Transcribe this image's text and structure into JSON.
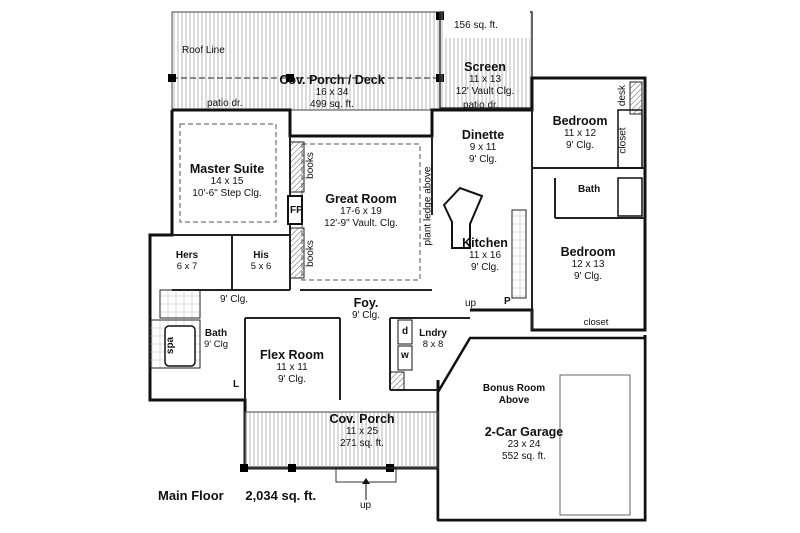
{
  "plan": {
    "footer": {
      "floor": "Main Floor",
      "area": "2,034 sq. ft."
    },
    "rooms": {
      "porch_deck": {
        "name": "Cov. Porch / Deck",
        "dims": "16 x 34",
        "area": "499 sq. ft."
      },
      "screen": {
        "name": "Screen",
        "dims": "11 x 13",
        "ceiling": "12' Vault Clg.",
        "area": "156 sq. ft."
      },
      "bedroom1": {
        "name": "Bedroom",
        "dims": "11 x 12",
        "ceiling": "9' Clg."
      },
      "dinette": {
        "name": "Dinette",
        "dims": "9 x 11",
        "ceiling": "9' Clg."
      },
      "master": {
        "name": "Master Suite",
        "dims": "14 x 15",
        "ceiling": "10'-6\" Step Clg."
      },
      "great": {
        "name": "Great Room",
        "dims": "17-6 x 19",
        "ceiling": "12'-9\" Vault. Clg."
      },
      "kitchen": {
        "name": "Kitchen",
        "dims": "11 x 16",
        "ceiling": "9' Clg."
      },
      "bedroom2": {
        "name": "Bedroom",
        "dims": "12 x 13",
        "ceiling": "9' Clg."
      },
      "hers": {
        "name": "Hers",
        "dims": "6 x 7"
      },
      "his": {
        "name": "His",
        "dims": "5 x 6"
      },
      "foyer": {
        "name": "Foy.",
        "ceiling": "9' Clg."
      },
      "laundry": {
        "name": "Lndry",
        "dims": "8 x 8"
      },
      "master_bath": {
        "name": "Bath",
        "ceiling": "9' Clg"
      },
      "flex": {
        "name": "Flex Room",
        "dims": "11 x 11",
        "ceiling": "9' Clg."
      },
      "front_porch": {
        "name": "Cov. Porch",
        "dims": "11 x 25",
        "area": "271 sq. ft."
      },
      "bonus": {
        "name": "Bonus Room",
        "note": "Above"
      },
      "garage": {
        "name": "2-Car Garage",
        "dims": "23 x 24",
        "area": "552 sq. ft."
      }
    },
    "notes": {
      "roof_line": "Roof Line",
      "patio_left": "patio dr.",
      "patio_right": "patio dr.",
      "books_top": "books",
      "books_bottom": "books",
      "fireplace": "FP",
      "plant_ledge": "plant ledge above",
      "closet_vert": "closet",
      "desk": "desk",
      "bath2": "Bath",
      "closet_b2": "closet",
      "clg_hall": "9' Clg.",
      "up_hall": "up",
      "up_porch": "up",
      "pantry": "P",
      "spa": "spa",
      "linen": "L",
      "dryer": "d",
      "washer": "w"
    }
  }
}
